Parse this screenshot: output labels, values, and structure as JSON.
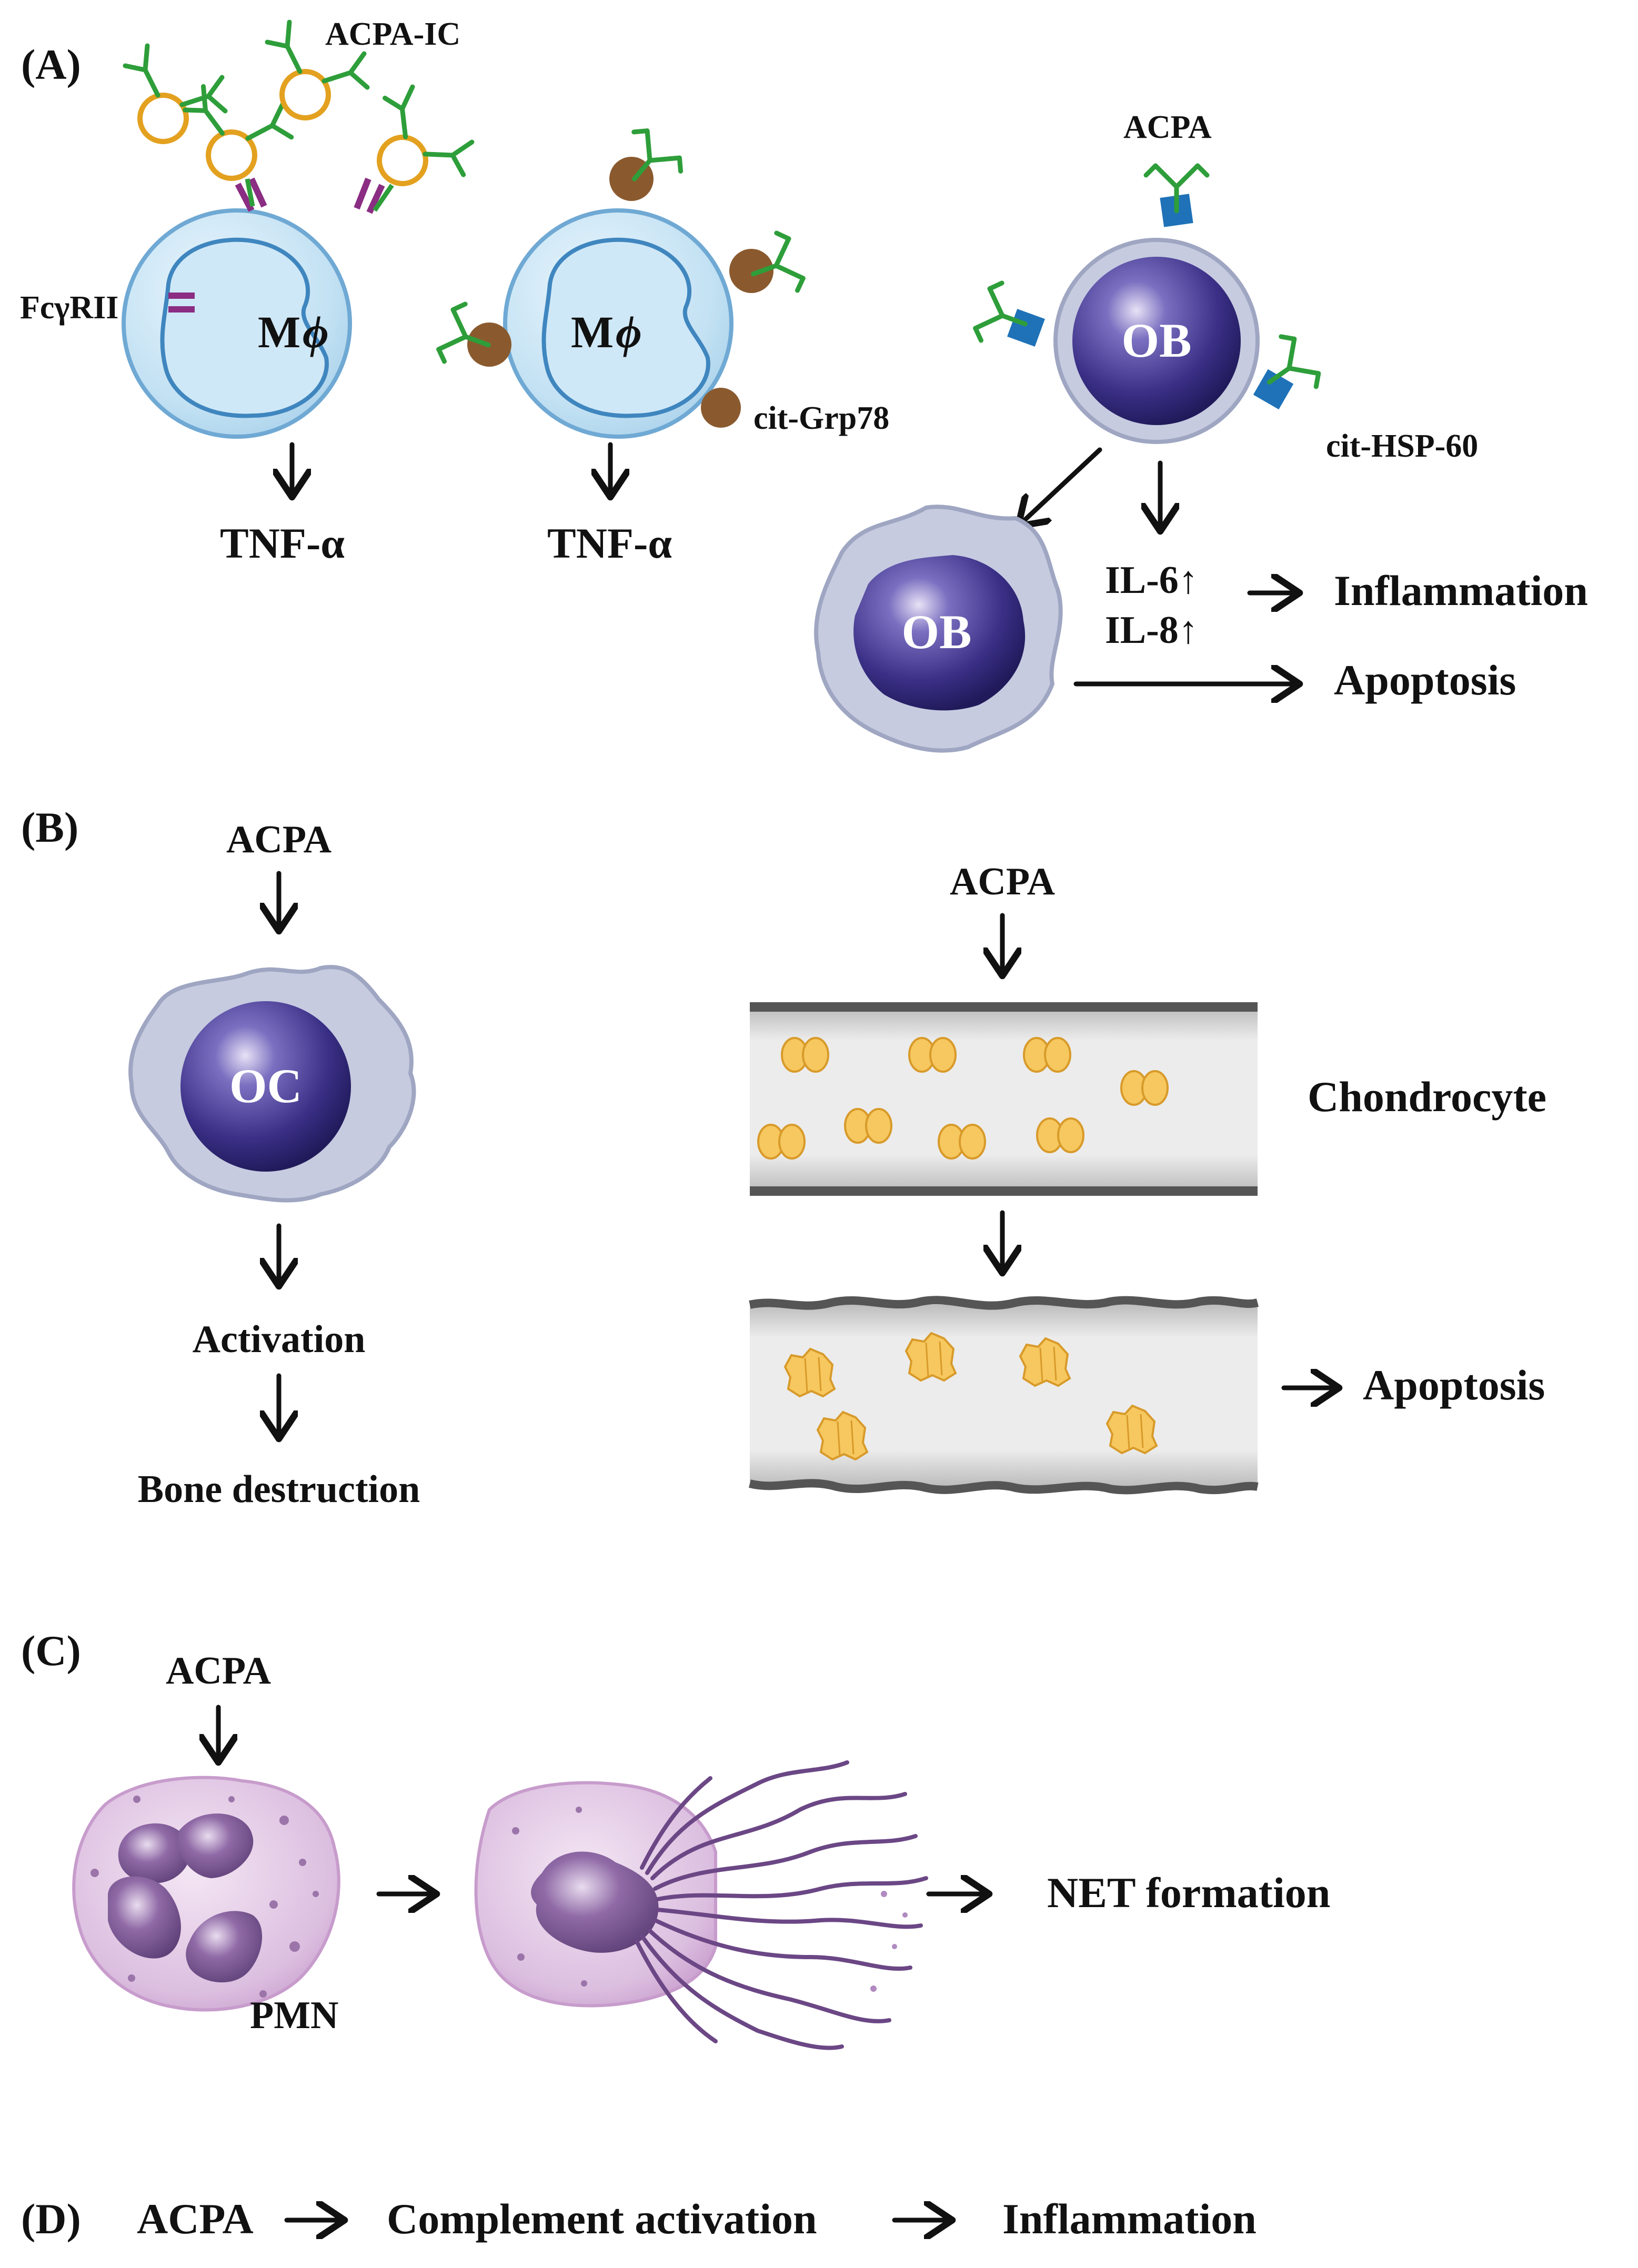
{
  "panels": {
    "a": {
      "label": "(A)",
      "acpa_ic": "ACPA-IC",
      "fcgrii": "FcγRII",
      "macrophage": "M",
      "macrophage_phi": "ϕ",
      "tnf_left": "TNF-α",
      "tnf_right": "TNF-α",
      "cit_grp78": "cit-Grp78",
      "acpa": "ACPA",
      "ob_top": "OB",
      "ob_bottom": "OB",
      "cit_hsp60": "cit-HSP-60",
      "il6": "IL-6↑",
      "il8": "IL-8↑",
      "inflammation": "Inflammation",
      "apoptosis": "Apoptosis"
    },
    "b": {
      "label": "(B)",
      "acpa_left": "ACPA",
      "oc": "OC",
      "activation": "Activation",
      "bone_destruction": "Bone destruction",
      "acpa_right": "ACPA",
      "chondrocyte": "Chondrocyte",
      "apoptosis": "Apoptosis"
    },
    "c": {
      "label": "(C)",
      "acpa": "ACPA",
      "pmn": "PMN",
      "net_formation": "NET formation"
    },
    "d": {
      "label": "(D)",
      "acpa": "ACPA",
      "complement": "Complement activation",
      "inflammation": "Inflammation"
    }
  },
  "colors": {
    "macrophage_fill": "#bfe0f2",
    "macrophage_stroke": "#6fa9d4",
    "antibody_green": "#2e9e3a",
    "antigen_orange": "#e3a11f",
    "receptor_purple": "#8a2d83",
    "grp78_brown": "#8a5a2e",
    "hsp60_blue": "#1f72b8",
    "nucleus_indigo": "#3a2f86",
    "cytoplasm_grey": "#c6cbe0",
    "chondrocyte_yellow": "#f6c85f",
    "cartilage_grey": "#e6e6e6",
    "pmn_purple": "#c99ac9"
  }
}
